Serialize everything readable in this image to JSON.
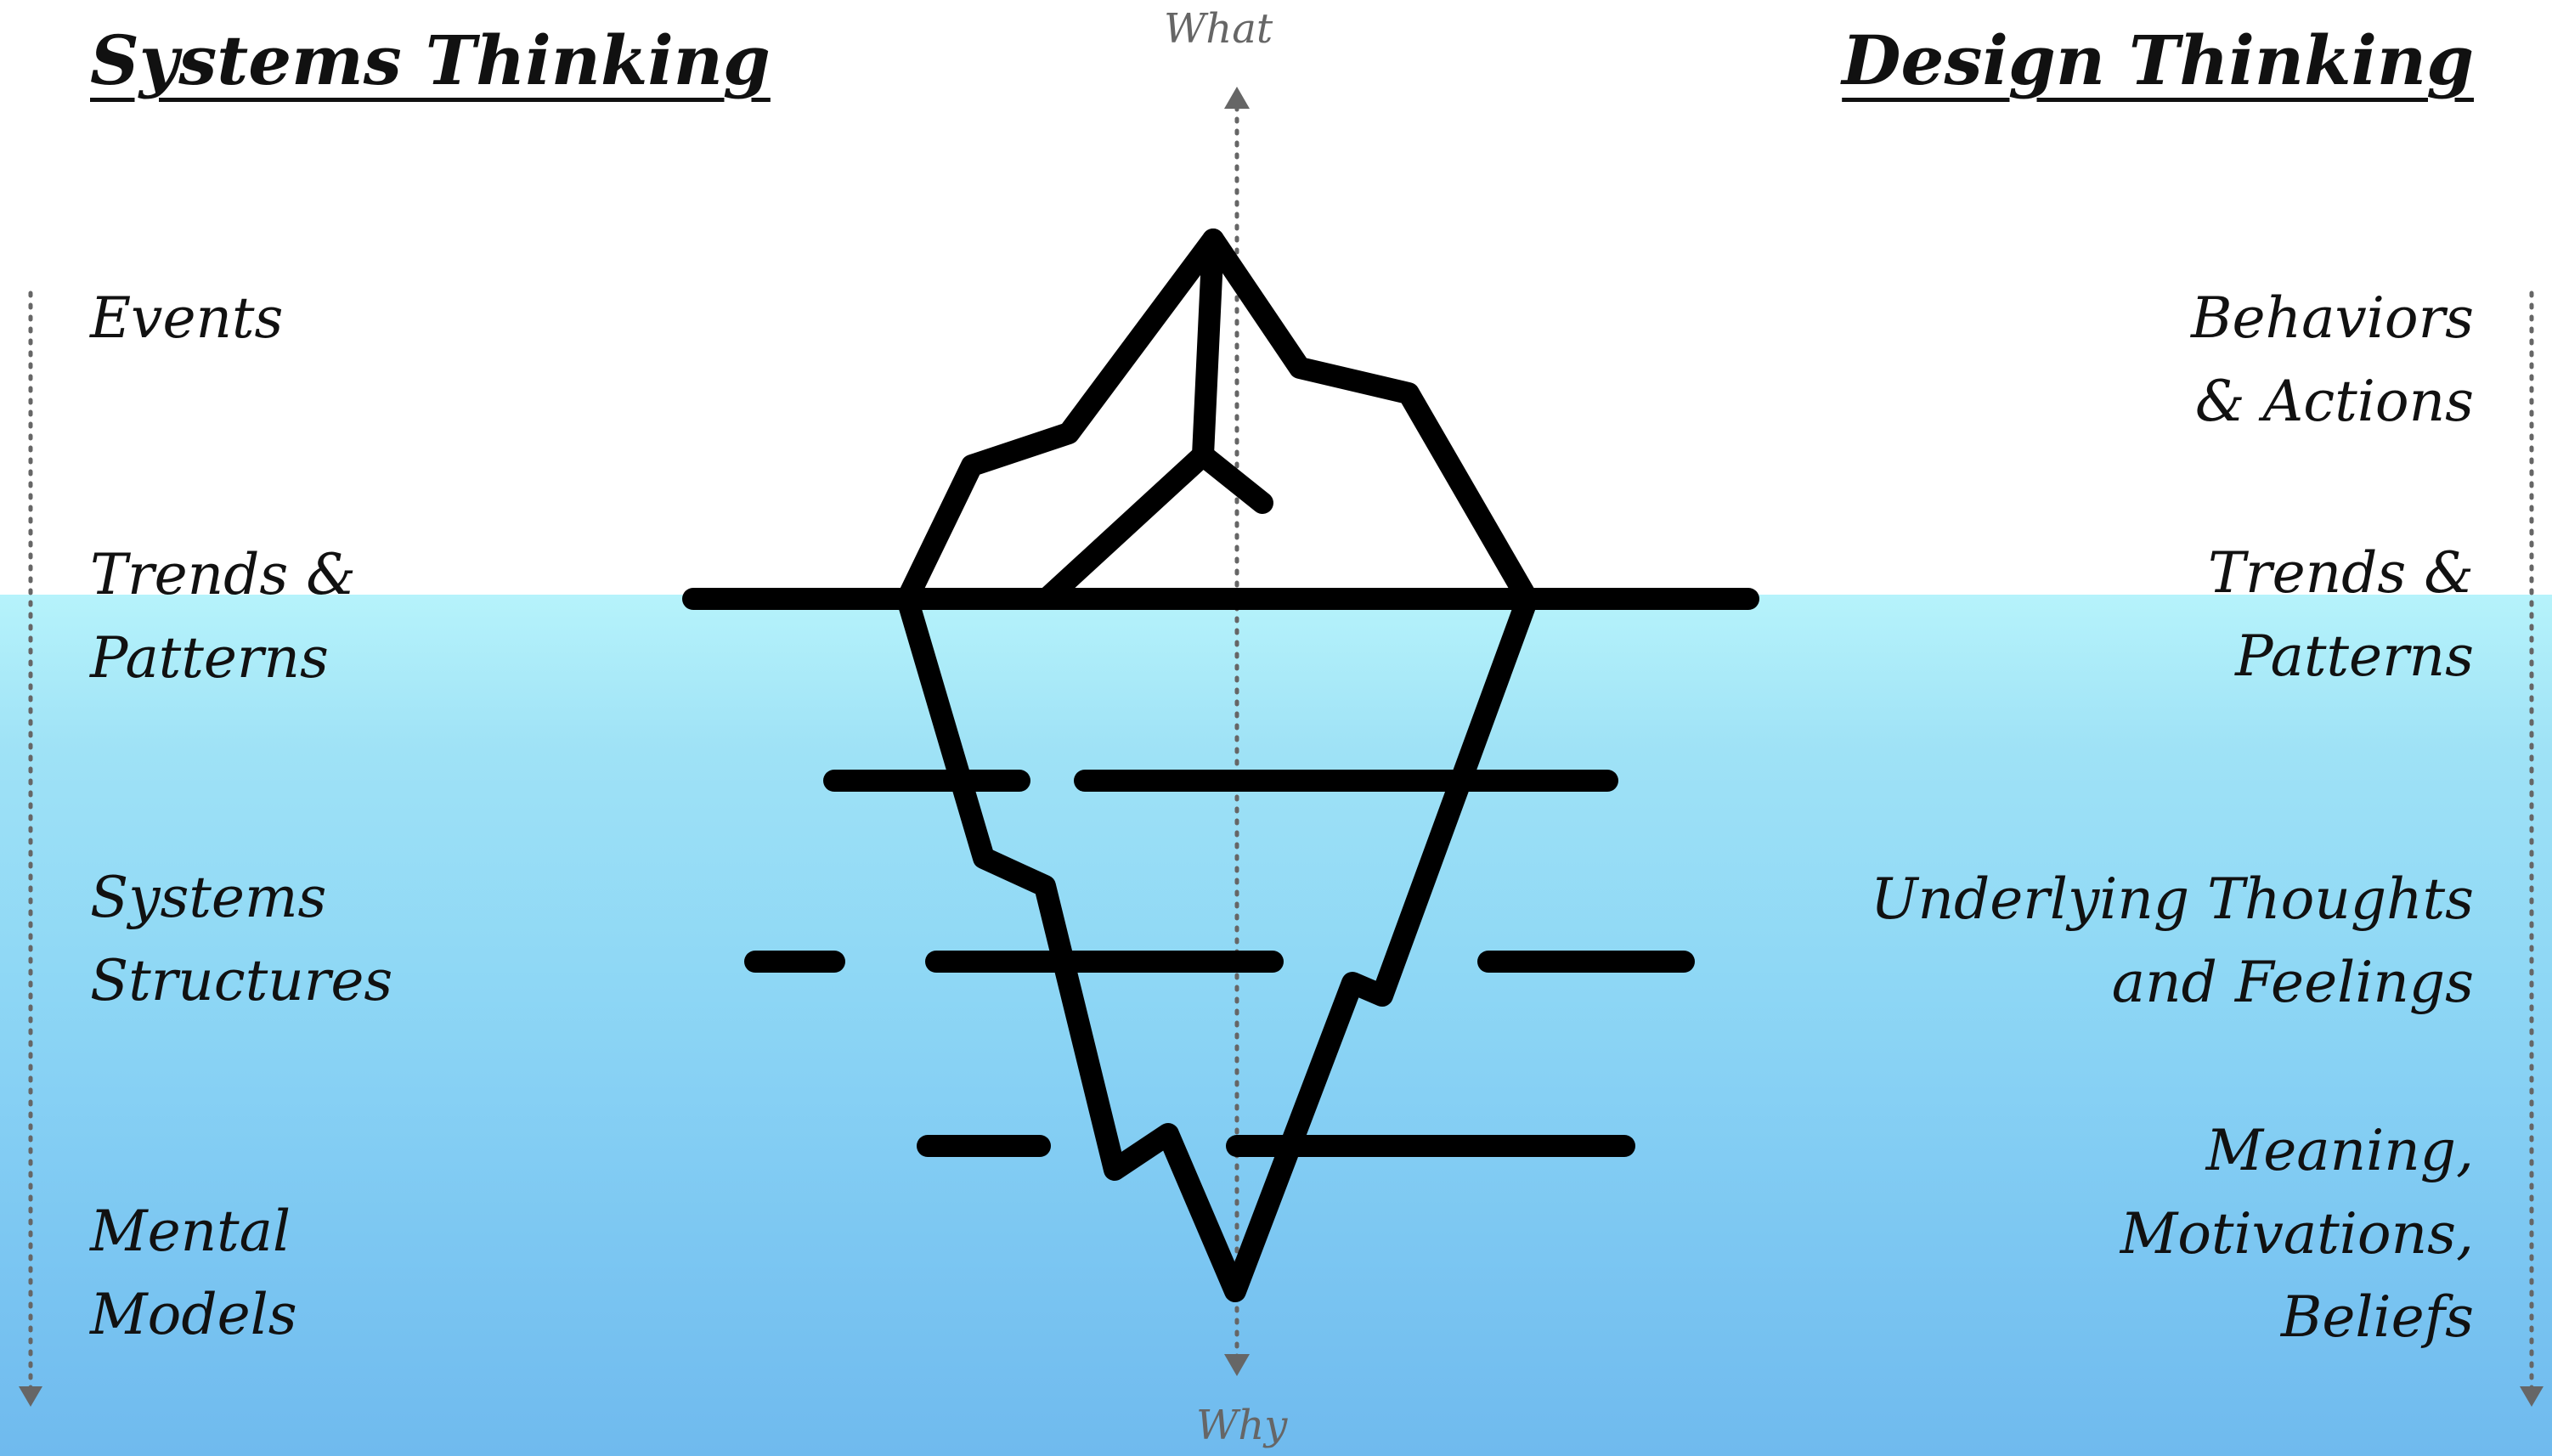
{
  "left_column": {
    "heading": "Systems Thinking",
    "levels": [
      "Events",
      "Trends &\nPatterns",
      "Systems\nStructures",
      "Mental\nModels"
    ]
  },
  "right_column": {
    "heading": "Design Thinking",
    "levels": [
      "Behaviors\n& Actions",
      "Trends &\nPatterns",
      "Underlying Thoughts\nand Feelings",
      "Meaning,\nMotivations,\nBeliefs"
    ]
  },
  "axis": {
    "top_label": "What",
    "bottom_label": "Why"
  },
  "colors": {
    "water_top": "#b6f3fb",
    "water_bottom": "#6fbaee",
    "iceberg_stroke": "#000000",
    "arrow_gray": "#666666"
  },
  "icons": [
    "iceberg-icon",
    "arrow-up-icon",
    "arrow-down-icon"
  ]
}
